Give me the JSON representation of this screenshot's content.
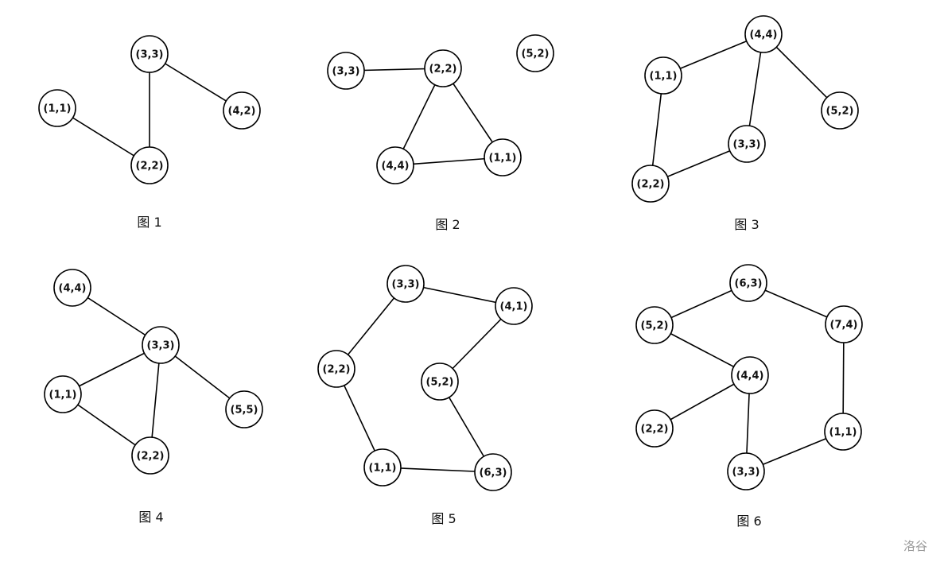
{
  "graphs": [
    {
      "caption": "图 1",
      "nodes": [
        {
          "id": "a",
          "label": "(3,3)"
        },
        {
          "id": "b",
          "label": "(1,1)"
        },
        {
          "id": "c",
          "label": "(4,2)"
        },
        {
          "id": "d",
          "label": "(2,2)"
        }
      ],
      "edges": [
        [
          "a",
          "d"
        ],
        [
          "a",
          "c"
        ],
        [
          "b",
          "d"
        ]
      ]
    },
    {
      "caption": "图 2",
      "nodes": [
        {
          "id": "a",
          "label": "(3,3)"
        },
        {
          "id": "b",
          "label": "(2,2)"
        },
        {
          "id": "c",
          "label": "(5,2)"
        },
        {
          "id": "d",
          "label": "(4,4)"
        },
        {
          "id": "e",
          "label": "(1,1)"
        }
      ],
      "edges": [
        [
          "a",
          "b"
        ],
        [
          "b",
          "d"
        ],
        [
          "b",
          "e"
        ],
        [
          "d",
          "e"
        ]
      ]
    },
    {
      "caption": "图 3",
      "nodes": [
        {
          "id": "a",
          "label": "(4,4)"
        },
        {
          "id": "b",
          "label": "(1,1)"
        },
        {
          "id": "c",
          "label": "(5,2)"
        },
        {
          "id": "d",
          "label": "(3,3)"
        },
        {
          "id": "e",
          "label": "(2,2)"
        }
      ],
      "edges": [
        [
          "a",
          "b"
        ],
        [
          "a",
          "c"
        ],
        [
          "a",
          "d"
        ],
        [
          "b",
          "e"
        ],
        [
          "e",
          "d"
        ]
      ]
    },
    {
      "caption": "图 4",
      "nodes": [
        {
          "id": "a",
          "label": "(4,4)"
        },
        {
          "id": "b",
          "label": "(3,3)"
        },
        {
          "id": "c",
          "label": "(1,1)"
        },
        {
          "id": "d",
          "label": "(5,5)"
        },
        {
          "id": "e",
          "label": "(2,2)"
        }
      ],
      "edges": [
        [
          "a",
          "b"
        ],
        [
          "b",
          "c"
        ],
        [
          "b",
          "d"
        ],
        [
          "b",
          "e"
        ],
        [
          "c",
          "e"
        ]
      ]
    },
    {
      "caption": "图 5",
      "nodes": [
        {
          "id": "a",
          "label": "(3,3)"
        },
        {
          "id": "b",
          "label": "(4,1)"
        },
        {
          "id": "c",
          "label": "(2,2)"
        },
        {
          "id": "d",
          "label": "(5,2)"
        },
        {
          "id": "e",
          "label": "(1,1)"
        },
        {
          "id": "f",
          "label": "(6,3)"
        }
      ],
      "edges": [
        [
          "a",
          "b"
        ],
        [
          "a",
          "c"
        ],
        [
          "b",
          "d"
        ],
        [
          "c",
          "e"
        ],
        [
          "e",
          "f"
        ],
        [
          "d",
          "f"
        ]
      ]
    },
    {
      "caption": "图 6",
      "nodes": [
        {
          "id": "a",
          "label": "(6,3)"
        },
        {
          "id": "b",
          "label": "(5,2)"
        },
        {
          "id": "c",
          "label": "(7,4)"
        },
        {
          "id": "d",
          "label": "(4,4)"
        },
        {
          "id": "e",
          "label": "(2,2)"
        },
        {
          "id": "f",
          "label": "(1,1)"
        },
        {
          "id": "g",
          "label": "(3,3)"
        }
      ],
      "edges": [
        [
          "a",
          "b"
        ],
        [
          "a",
          "c"
        ],
        [
          "c",
          "f"
        ],
        [
          "b",
          "d"
        ],
        [
          "d",
          "e"
        ],
        [
          "d",
          "g"
        ],
        [
          "g",
          "f"
        ]
      ]
    }
  ],
  "watermark": "洛谷"
}
